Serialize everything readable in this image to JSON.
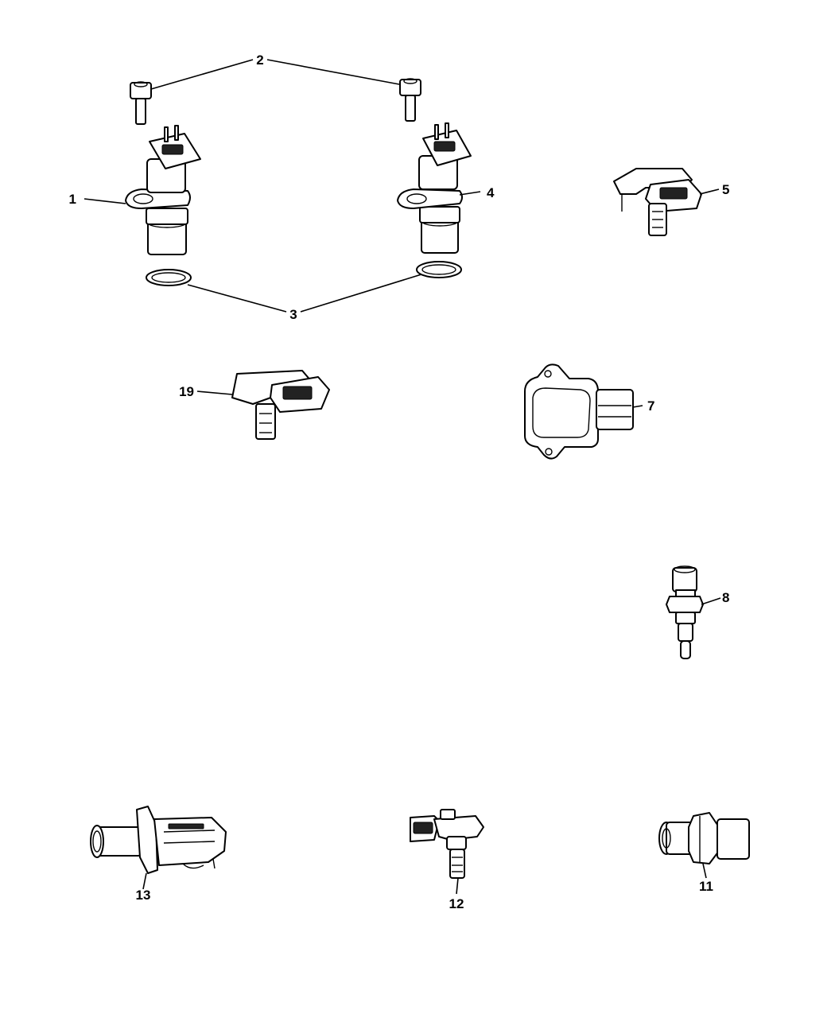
{
  "callouts": {
    "c1": "1",
    "c2": "2",
    "c3": "3",
    "c4": "4",
    "c5": "5",
    "c7": "7",
    "c8": "8",
    "c11": "11",
    "c12": "12",
    "c13": "13",
    "c19": "19"
  },
  "colors": {
    "line": "#000000",
    "background": "#ffffff"
  }
}
